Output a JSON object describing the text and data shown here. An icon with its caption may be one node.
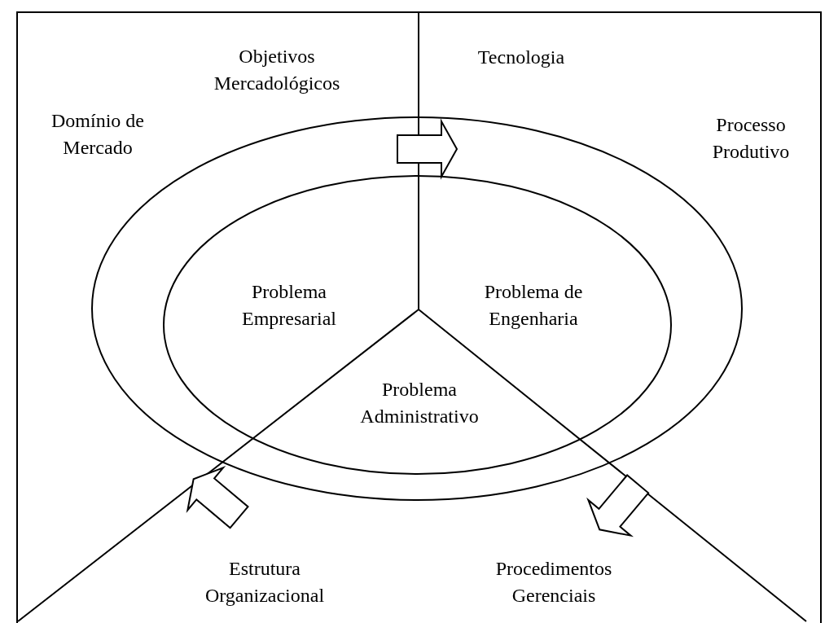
{
  "diagram": {
    "nodes": [
      {
        "text": [],
        "shape": "ellipse"
      },
      {
        "text": [
          "Problema Empresarial",
          "Problema de Engenharia",
          "Problema Administrativo"
        ],
        "in": 0
      }
    ],
    "labels": [
      "Objetivos Mercadológicos",
      "Tecnologia",
      "Domínio de Mercado",
      "Processo Produtivo",
      "Estrutura Organizacional",
      "Procedimentos Gerenciais"
    ]
  }
}
